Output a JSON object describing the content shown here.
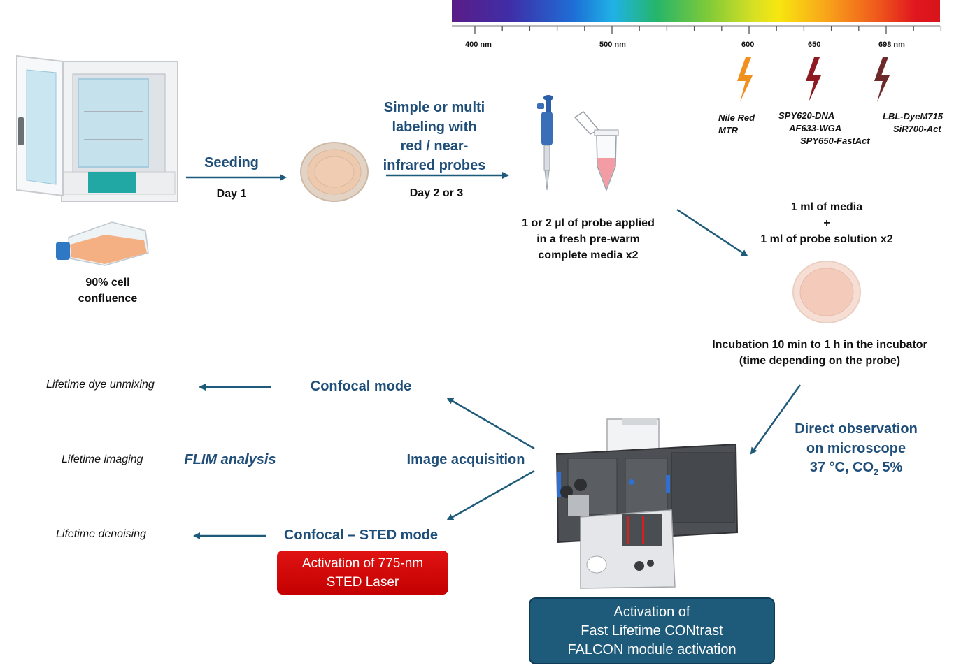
{
  "spectrum": {
    "tick_labels": [
      "400 nm",
      "500 nm",
      "600",
      "650",
      "698 nm"
    ]
  },
  "probes": {
    "group_600": [
      "Nile Red",
      "MTR"
    ],
    "group_650": [
      "SPY620-DNA",
      "AF633-WGA",
      "SPY650-FastAct"
    ],
    "group_698": [
      "LBL-DyeM715",
      "SiR700-Act"
    ],
    "bolt_colors": [
      "#f0901e",
      "#8e1b22",
      "#6e2a2a"
    ]
  },
  "incubator": {
    "confluence_label": [
      "90%  cell",
      "confluence"
    ]
  },
  "seeding": {
    "title": "Seeding",
    "day": "Day 1"
  },
  "labeling": {
    "title_lines": [
      "Simple or multi",
      "labeling with",
      "red / near-",
      "infrared probes"
    ],
    "day": "Day 2 or 3"
  },
  "probe_application": {
    "lines": [
      "1 or 2 µl of probe applied",
      "in a fresh pre-warm",
      "complete media x2"
    ]
  },
  "mix": {
    "lines": [
      "1 ml of media",
      "+",
      "1 ml of probe solution x2"
    ]
  },
  "incubation": {
    "lines": [
      "Incubation 10 min to 1 h in the incubator",
      "(time depending on the probe)"
    ]
  },
  "observation": {
    "line1": "Direct observation",
    "line2": "on microscope",
    "line3_prefix": "37 °C, CO",
    "line3_sub": "2",
    "line3_suffix": " 5%"
  },
  "acquisition": {
    "label": "Image acquisition",
    "confocal": "Confocal mode",
    "sted": "Confocal – STED mode",
    "flim": "FLIM analysis"
  },
  "lifetime": {
    "unmixing": "Lifetime dye unmixing",
    "imaging": "Lifetime imaging",
    "denoising": "Lifetime denoising"
  },
  "sted_box": {
    "lines": [
      "Activation of 775-nm",
      "STED Laser"
    ]
  },
  "falcon_box": {
    "lines": [
      "Activation of",
      "Fast Lifetime CONtrast",
      "FALCON module activation"
    ]
  },
  "colors": {
    "accent_blue": "#1f4e79",
    "arrow": "#1e5a7a",
    "sted_red": "#d80b0b",
    "falcon_blue": "#1e5a7a"
  }
}
